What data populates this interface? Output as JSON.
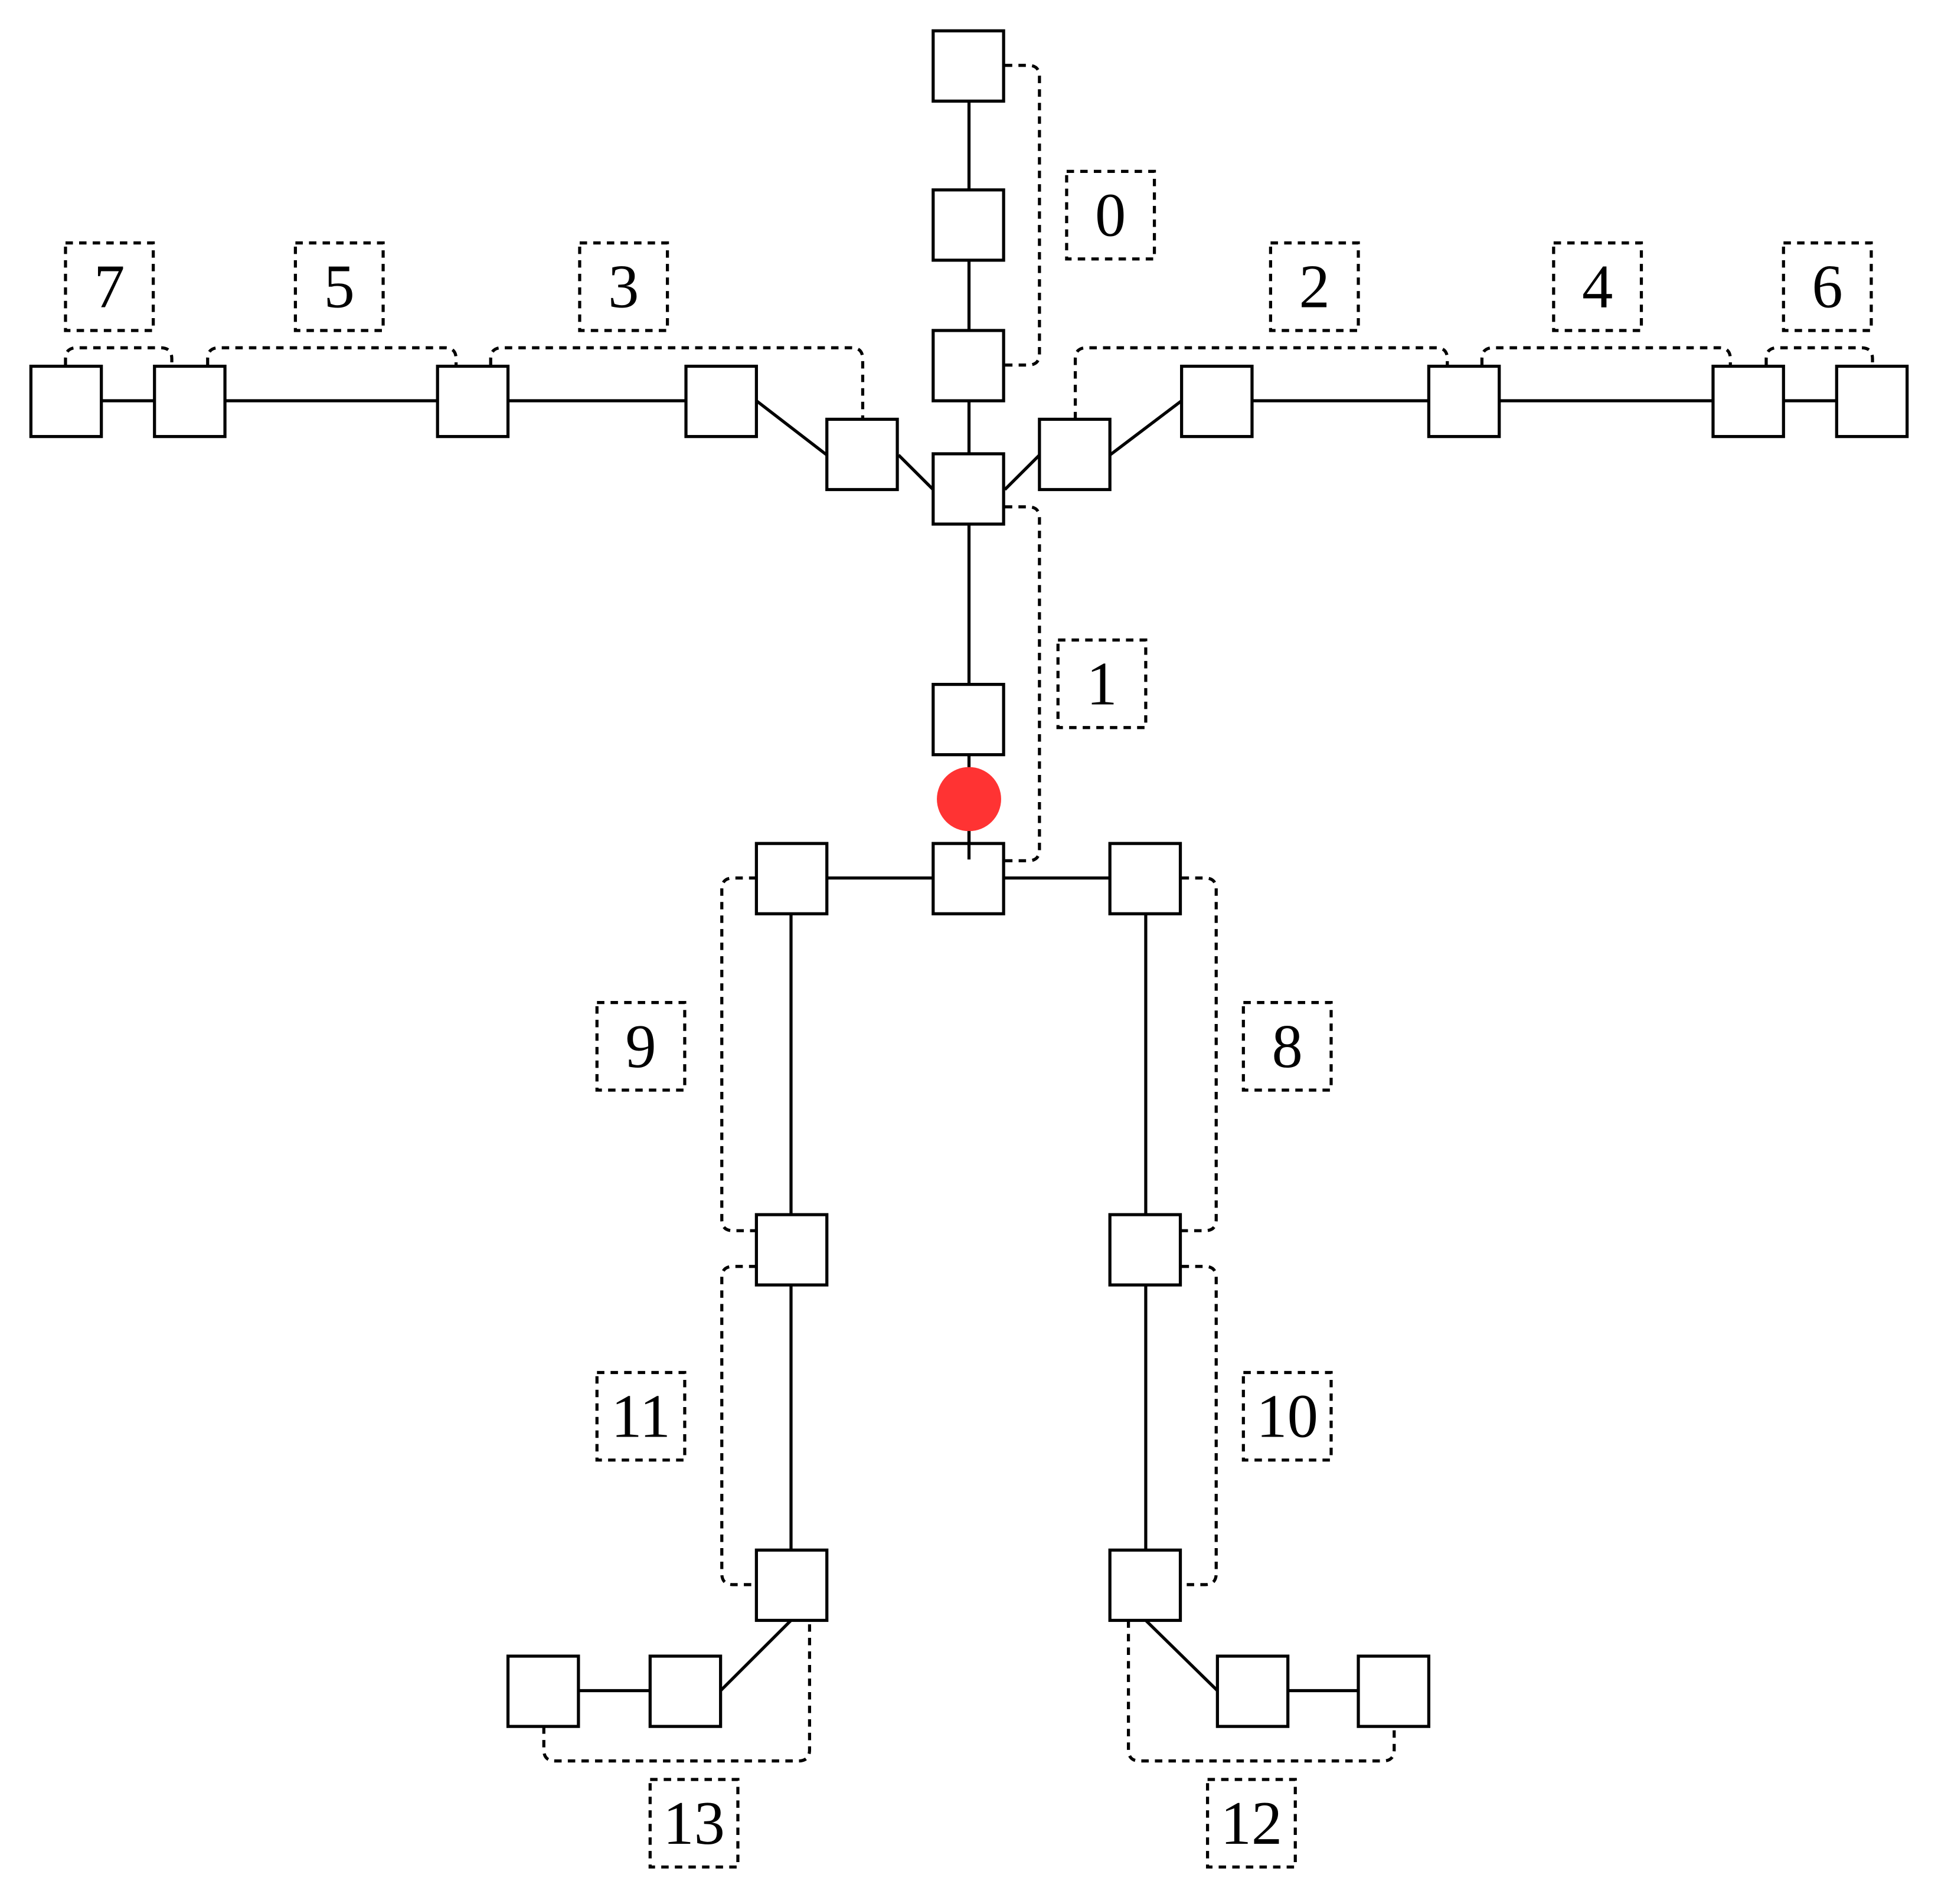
{
  "diagram": {
    "root_color": "#ff3333",
    "labels": [
      "0",
      "1",
      "2",
      "3",
      "4",
      "5",
      "6",
      "7",
      "8",
      "9",
      "10",
      "11",
      "12",
      "13"
    ]
  }
}
